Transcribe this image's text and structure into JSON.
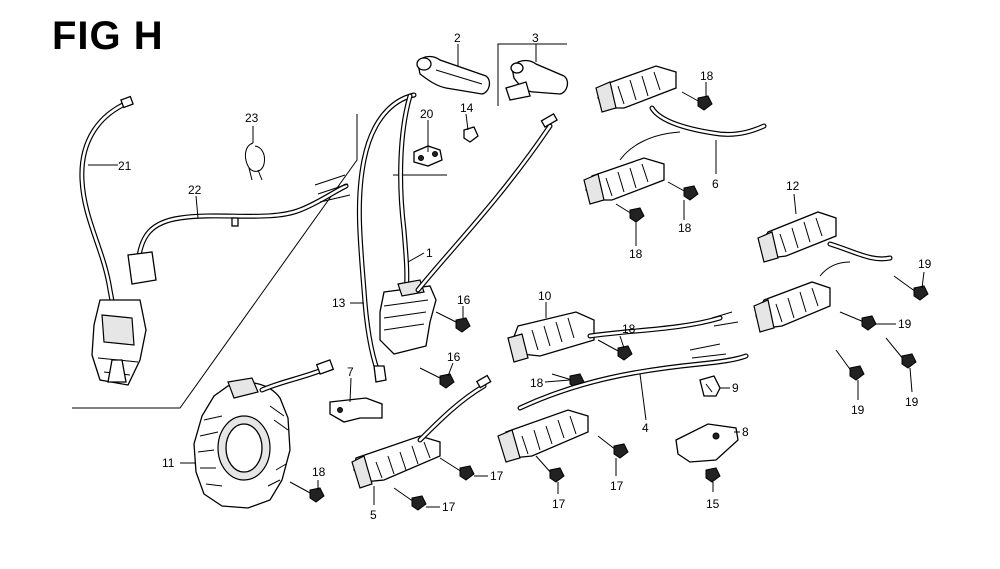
{
  "title": "FIG H",
  "callouts": {
    "c1": "1",
    "c2": "2",
    "c3": "3",
    "c4": "4",
    "c5": "5",
    "c6": "6",
    "c7": "7",
    "c8": "8",
    "c9": "9",
    "c10": "10",
    "c11": "11",
    "c12": "12",
    "c13": "13",
    "c14": "14",
    "c15": "15",
    "c16a": "16",
    "c16b": "16",
    "c17a": "17",
    "c17b": "17",
    "c17c": "17",
    "c17d": "17",
    "c18a": "18",
    "c18b": "18",
    "c18c": "18",
    "c18d": "18",
    "c18e": "18",
    "c18f": "18",
    "c19a": "19",
    "c19b": "19",
    "c19c": "19",
    "c19d": "19",
    "c20": "20",
    "c21": "21",
    "c22": "22",
    "c23": "23"
  }
}
